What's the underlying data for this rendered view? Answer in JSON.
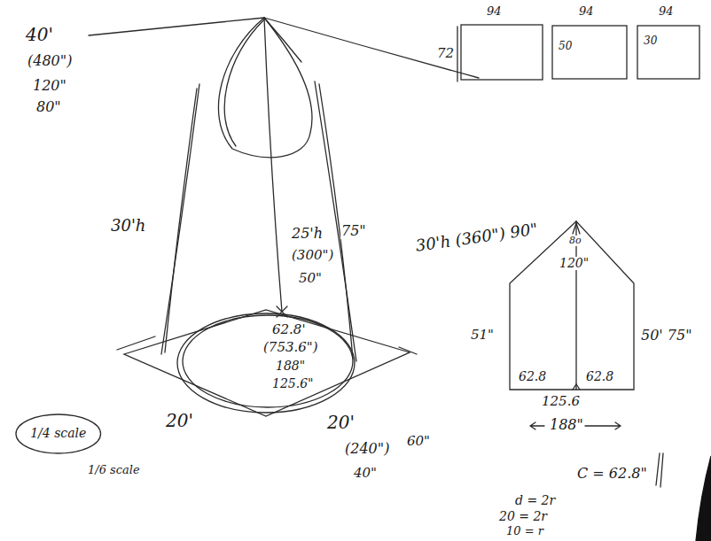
{
  "diagram": {
    "nodes": [
      {
        "text": [
          "50"
        ]
      },
      {
        "text": [
          "30"
        ]
      },
      {
        "text": [
          "1/4 scale"
        ]
      }
    ],
    "labels": [
      "40'",
      "(480\")",
      "120\"",
      "80\"",
      "94",
      "94",
      "94",
      "72",
      "30'h",
      "25'h",
      "75\"",
      "(300\")",
      "50\"",
      "30'h (360\") 90\"",
      "8o",
      "120\"",
      "51\"",
      "50' 75\"",
      "62.8'",
      "(753.6\")",
      "188\"",
      "125.6\"",
      "62.8",
      "62.8",
      "125.6",
      "188\"",
      "20'",
      "20'",
      "(240\")",
      "60\"",
      "40\"",
      "C = 62.8\"",
      "d = 2r",
      "20 = 2r",
      "10 = r",
      "1/6 scale"
    ]
  }
}
